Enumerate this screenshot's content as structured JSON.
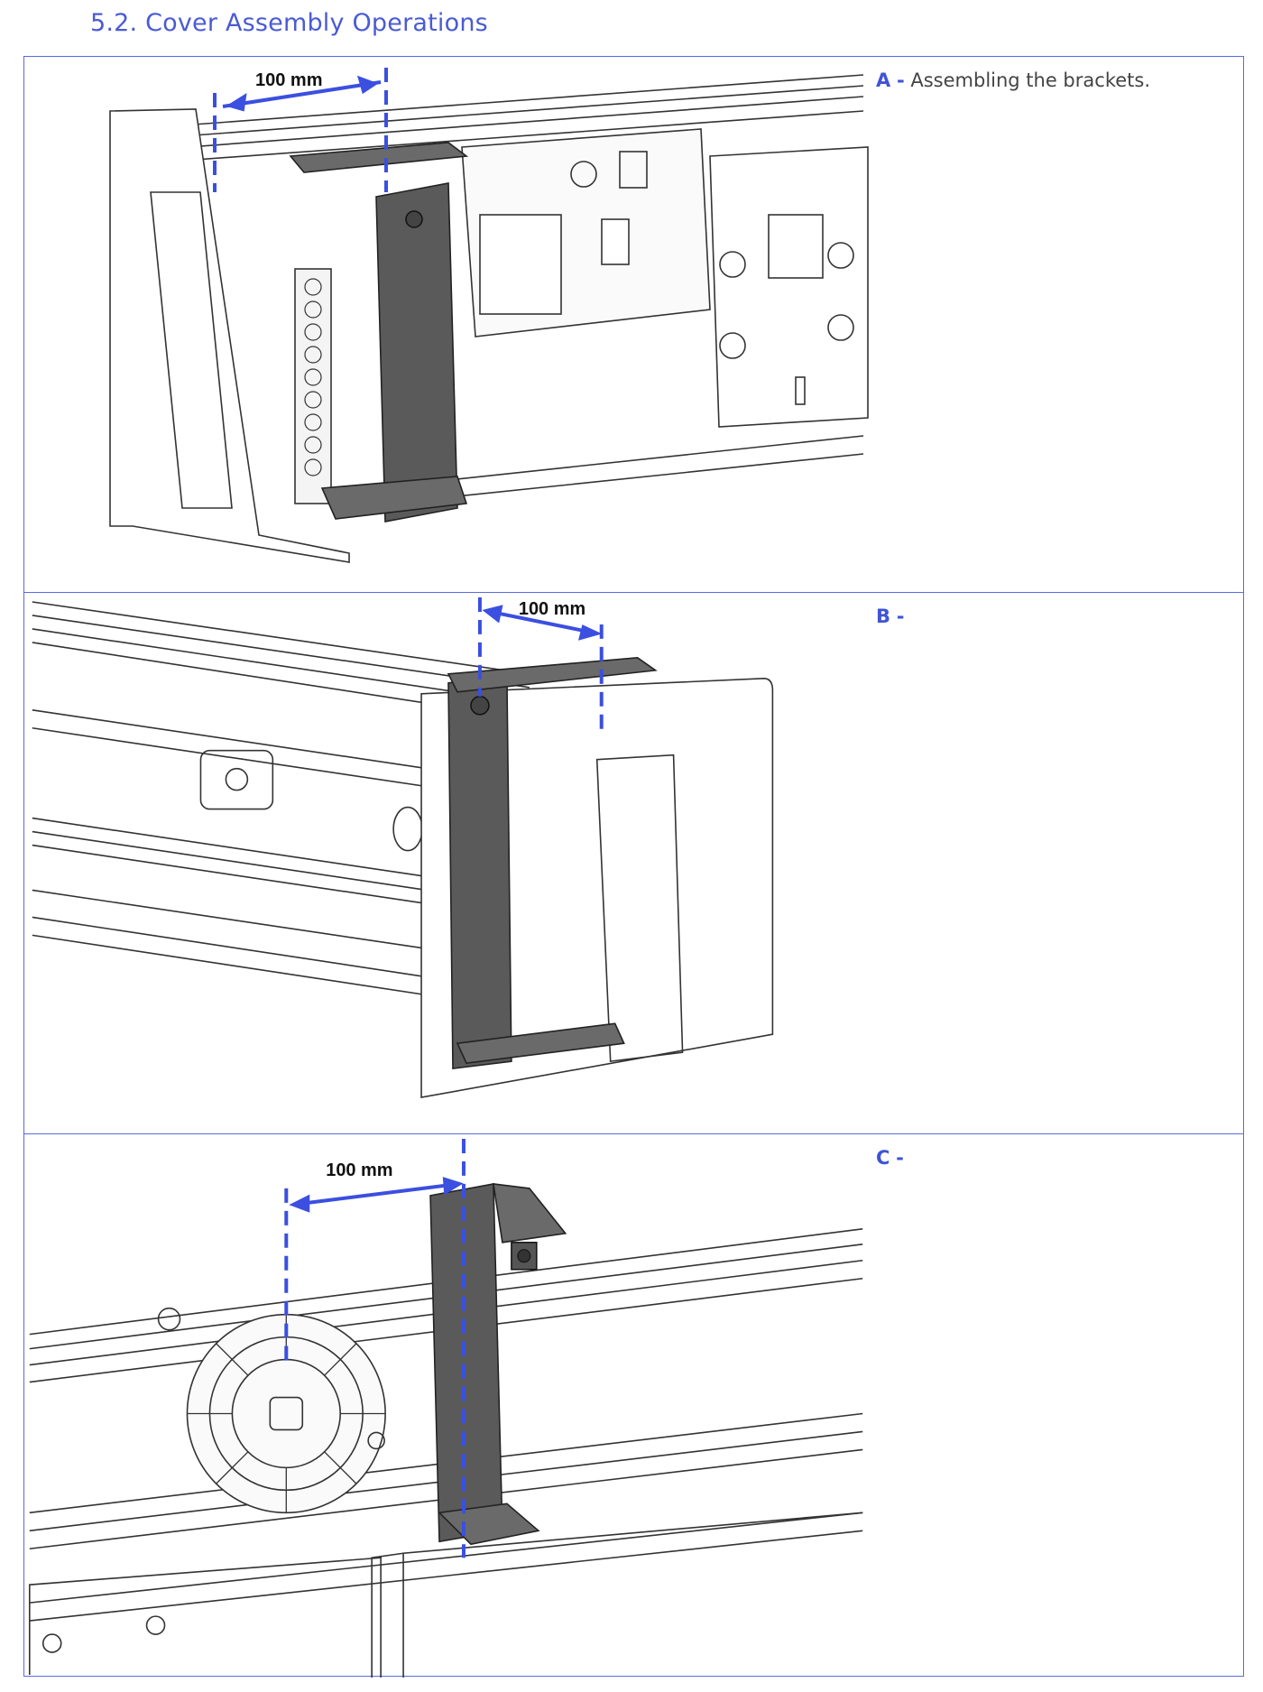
{
  "section_title": "5.2. Cover Assembly Operations",
  "colors": {
    "accent": "#4a5bd4",
    "border": "#5a6be0",
    "dimension": "#3b4fe0",
    "bracket": "#555555",
    "line": "#333333"
  },
  "panels": [
    {
      "step": "A",
      "dash": "-",
      "text": "Assembling the brackets.",
      "dimension": "100 mm"
    },
    {
      "step": "B",
      "dash": "-",
      "text": "",
      "dimension": "100 mm"
    },
    {
      "step": "C",
      "dash": "-",
      "text": "",
      "dimension": "100 mm"
    }
  ]
}
